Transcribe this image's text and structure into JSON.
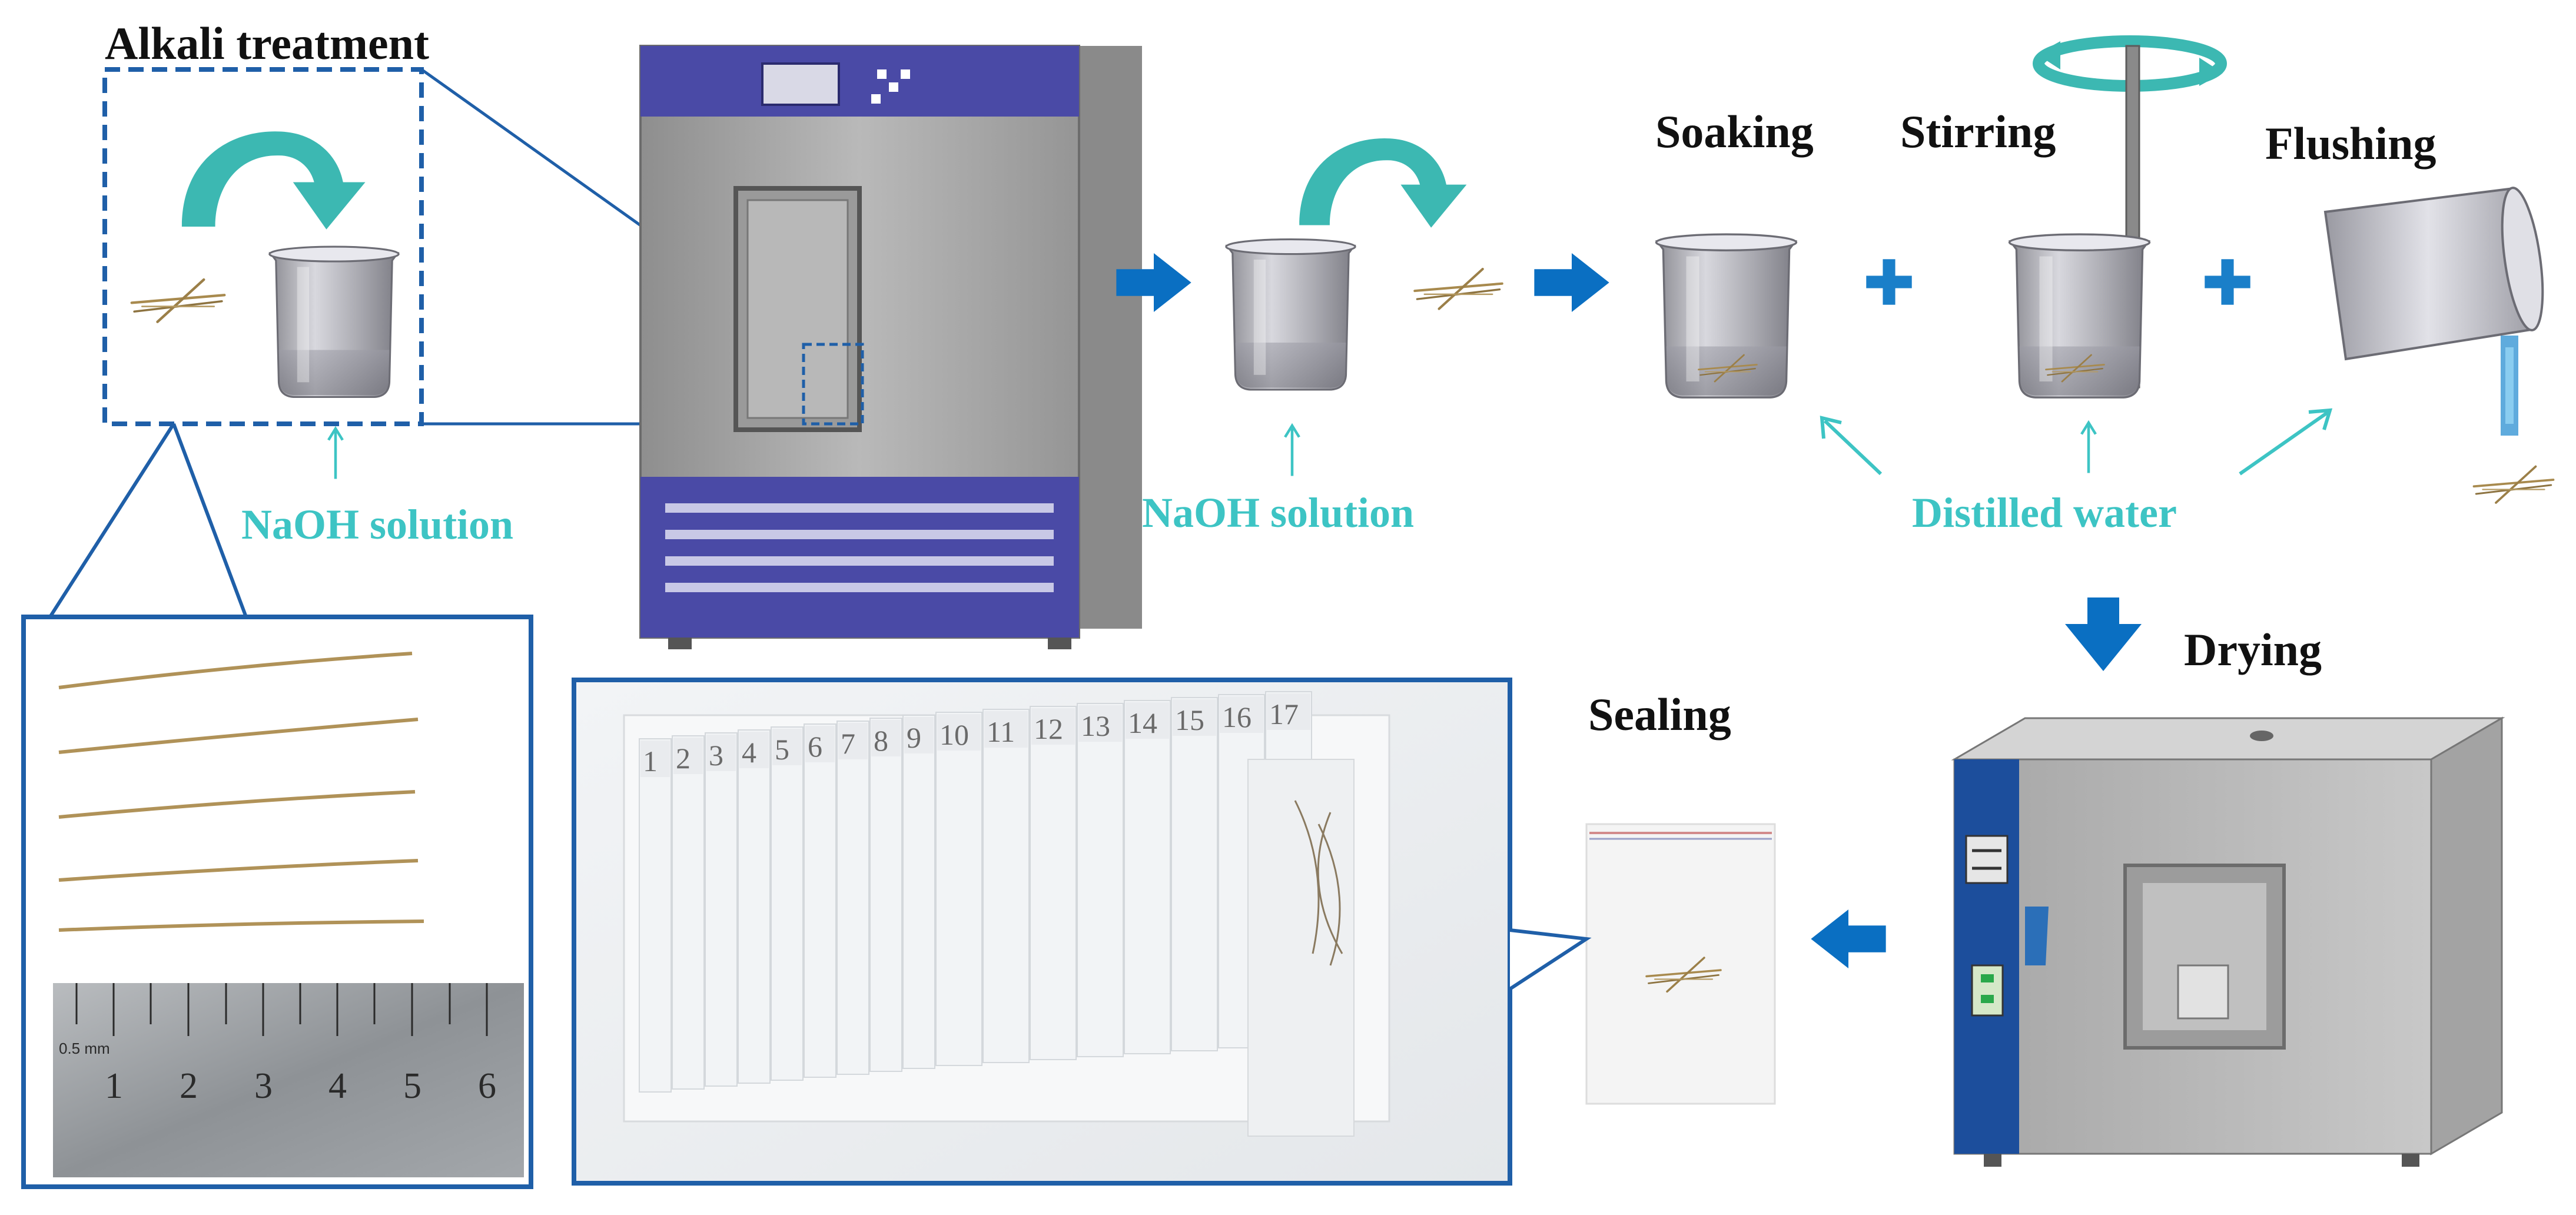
{
  "colors": {
    "teal": "#3dc4c4",
    "blue_arrow": "#0a6fc2",
    "panel_border": "#1f5fa8",
    "chamber_blue": "#4a4aa6",
    "cabinet_grey": "#a9a9a9",
    "oven_blue": "#1c4e9c"
  },
  "steps": {
    "alkali_treatment": "Alkali treatment",
    "soaking": "Soaking",
    "stirring": "Stirring",
    "flushing": "Flushing",
    "drying": "Drying",
    "sealing": "Sealing"
  },
  "labels": {
    "naoh_solution_1": "NaOH solution",
    "naoh_solution_2": "NaOH solution",
    "distilled_water": "Distilled water"
  },
  "ruler": {
    "numbers": [
      "1",
      "2",
      "3",
      "4",
      "5",
      "6"
    ],
    "corner_mark": "0.5 mm"
  },
  "sample_bags": {
    "numbers": [
      "1",
      "2",
      "3",
      "4",
      "5",
      "6",
      "7",
      "8",
      "9",
      "10",
      "11",
      "12",
      "13",
      "14",
      "15",
      "16",
      "17"
    ]
  },
  "icons": [
    "rotation-arrow-icon",
    "curved-arrow-icon",
    "plus-icon",
    "block-arrow-icon",
    "fiber-icon",
    "beaker-icon"
  ]
}
